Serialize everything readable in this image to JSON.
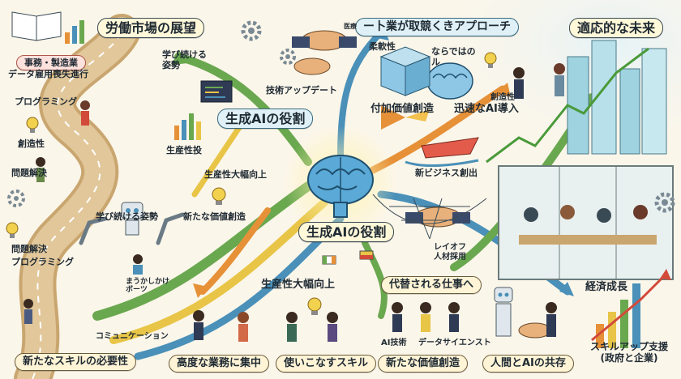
{
  "labels": {
    "labor_market": "労働市場の展望",
    "office_manufacturing": "事務・製造業",
    "data_jobs_loss": "データ雇用喪失進行",
    "programming_1": "プログラミング",
    "creativity": "創造性",
    "problem_solving_1": "問題解決",
    "problem_solving_2": "問題解決",
    "programming_2": "プログラミング",
    "keep_learning_1": "学び続ける\n姿勢",
    "tech_update": "技術アップデート",
    "genai_role_top": "生成AIの役割",
    "productivity_invest": "生産性投",
    "productivity_boost_1": "生産性大幅向上",
    "new_value_creation_1": "新たな価値創造",
    "keep_learning_2": "学び続ける姿勢",
    "robot_caption": "まうかしかけ\nボーツ",
    "new_skills_need": "新たなスキルの必要性",
    "communication": "コミュニケーション",
    "focus_advanced": "高度な業務に集中",
    "master_skills": "使いこなすスキル",
    "productivity_boost_2": "生産性大幅向上",
    "genai_role_center": "生成AIの役割",
    "replaced_jobs": "代替される仕事へ",
    "ai_tech": "AI技術",
    "data_scientist": "データサイエンスト",
    "new_value_creation_2": "新たな価値創造",
    "human_ai_coexist": "人間とAIの共存",
    "industry_approach": "ー卜業が取競くきアプローチ",
    "tag_small": "医療",
    "flexibility": "柔軟性",
    "unique_value": "ならではの\nル",
    "value_creation": "付加価値創造",
    "rapid_ai": "迅速なAI導入",
    "creative_tech": "創造性",
    "adapting_future": "適応的な未来",
    "new_business": "新ビジネス創出",
    "layoffs": "レイオフ\n人材採用",
    "economic_growth": "経済成長",
    "skillup_support": "スキルアップ支援\n(政府と企業)"
  },
  "colors": {
    "road": "#d7b98a",
    "arrow_green": "#6aa84f",
    "arrow_blue": "#4a90b8",
    "arrow_orange": "#e69138",
    "arrow_yellow": "#e8c547",
    "brain": "#5aa9d6",
    "city": "#9fd3e0"
  },
  "icons": [
    "brain-icon",
    "robot-icon",
    "gear-icon",
    "lightbulb-icon",
    "handshake-icon",
    "rocket-icon",
    "speedboat-icon",
    "bar-chart-icon",
    "city-skyline-icon",
    "book-icon"
  ]
}
